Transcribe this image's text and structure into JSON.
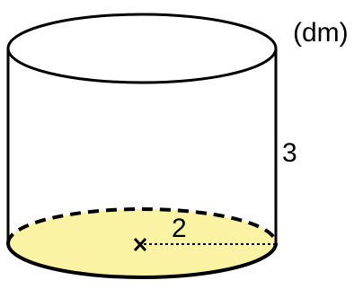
{
  "diagram": {
    "unit_label": "(dm)",
    "height_label": "3",
    "radius_label": "2",
    "colors": {
      "base_fill": "#fbf3a4",
      "stroke": "#000000"
    }
  }
}
